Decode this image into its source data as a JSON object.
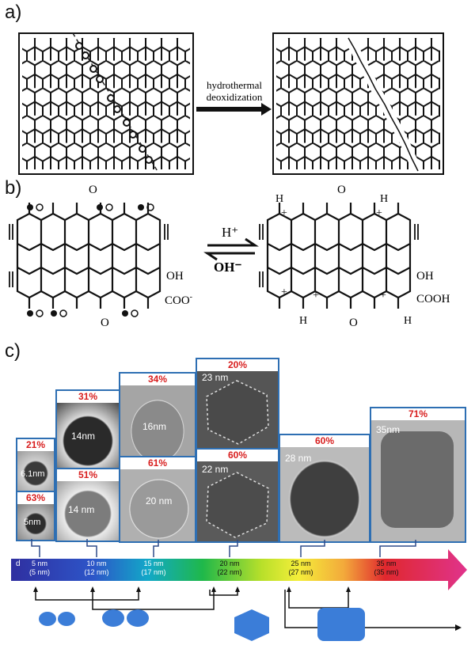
{
  "panels": {
    "a": "a)",
    "b": "b)",
    "c": "c)"
  },
  "panel_a": {
    "arrow_line1": "hydrothermal",
    "arrow_line2": "deoxidization"
  },
  "panel_b": {
    "left_O_top": "O",
    "left_O_bottom": "O",
    "left_OH": "OH",
    "left_COO": "COO",
    "right_O_top": "O",
    "right_O_bottom": "O",
    "right_OH": "OH",
    "right_COOH": "COOH",
    "H": "H",
    "plus": "+",
    "forward": "H⁺",
    "reverse": "OH⁻"
  },
  "panel_c": {
    "tem": [
      {
        "pct": "21%",
        "size": "6.1nm"
      },
      {
        "pct": "63%",
        "size": "5nm"
      },
      {
        "pct": "31%",
        "size": "14nm"
      },
      {
        "pct": "51%",
        "size": "14 nm"
      },
      {
        "pct": "34%",
        "size": "16nm"
      },
      {
        "pct": "61%",
        "size": "20 nm"
      },
      {
        "pct": "20%",
        "size": "23 nm"
      },
      {
        "pct": "60%",
        "size": "22 nm"
      },
      {
        "pct": "60%",
        "size": "28 nm"
      },
      {
        "pct": "71%",
        "size": "35nm"
      }
    ],
    "bar": {
      "d": "d",
      "ticks": [
        {
          "a": "5 nm",
          "b": "(5 nm)"
        },
        {
          "a": "10 nm",
          "b": "(12 nm)"
        },
        {
          "a": "15 nm",
          "b": "(17 nm)"
        },
        {
          "a": "20 nm",
          "b": "(22 nm)"
        },
        {
          "a": "25 nm",
          "b": "(27 nm)"
        },
        {
          "a": "35 nm",
          "b": "(35 nm)"
        }
      ]
    }
  },
  "colors": {
    "frame": "#2e6fb3",
    "percent": "#d81e1e",
    "particle": "#3b7dd8"
  }
}
